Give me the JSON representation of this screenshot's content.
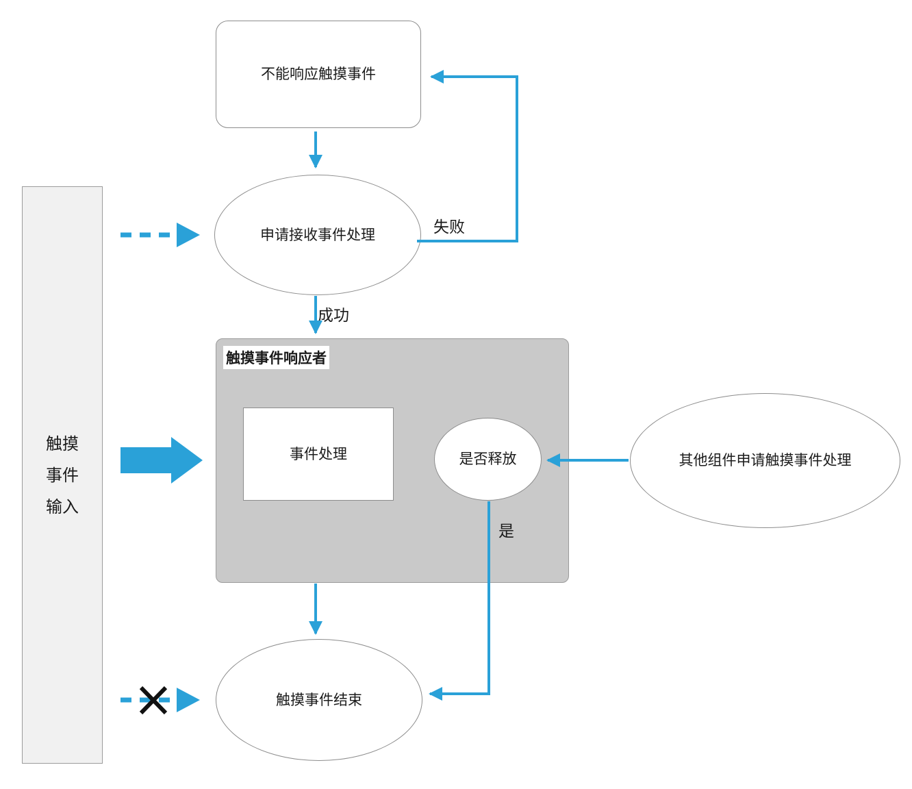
{
  "diagram": {
    "title": "touch-event-flowchart",
    "nodes": {
      "cannot_respond": {
        "label": "不能响应触摸事件"
      },
      "apply_receive": {
        "label": "申请接收事件处理"
      },
      "responder": {
        "label": "触摸事件响应者"
      },
      "event_handle": {
        "label": "事件处理"
      },
      "release_check": {
        "label": "是否释放"
      },
      "other_request": {
        "label": "其他组件申请触摸事件处理"
      },
      "touch_end": {
        "label": "触摸事件结束"
      },
      "touch_input": {
        "lines": [
          "触摸",
          "事件",
          "输入"
        ]
      }
    },
    "edge_labels": {
      "fail": "失败",
      "success": "成功",
      "yes": "是"
    },
    "colors": {
      "accent_blue": "#2AA1D8",
      "container_fill": "#C9C9C9",
      "panel_fill": "#F1F1F1",
      "shape_border": "#8C8C8C",
      "x_mark": "#111111",
      "text": "#1A1A1A"
    }
  }
}
